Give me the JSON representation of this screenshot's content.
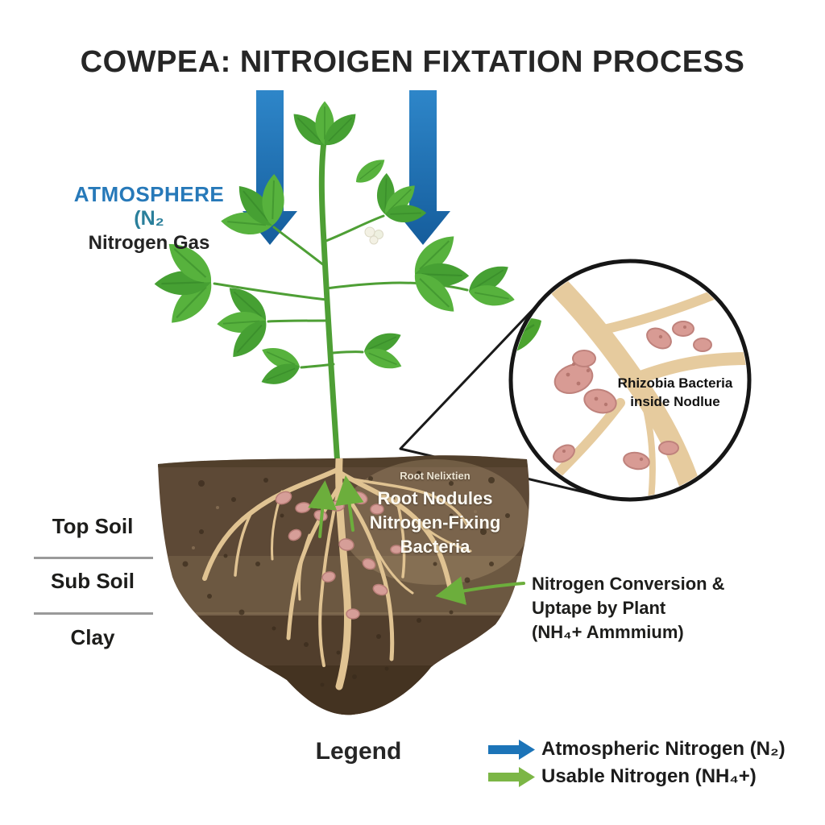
{
  "title": "COWPEA: NITROIGEN FIXTATION PROCESS",
  "atmosphere": {
    "heading": "ATMOSPHERE",
    "formula": "(N₂",
    "sub": "Nitrogen Gas"
  },
  "soil_layers": [
    {
      "label": "Top Soil"
    },
    {
      "label": "Sub Soil"
    },
    {
      "label": "Clay"
    }
  ],
  "root_area": {
    "small_caption": "Root Nelixtien",
    "line1": "Root Nodules",
    "line2": "Nitrogen-Fixing",
    "line3": "Bacteria"
  },
  "inset": {
    "line1": "Rhizobia Bacteria",
    "line2": "inside Nodlue"
  },
  "conversion": {
    "line1": "Nitrogen Conversion &",
    "line2": "Uptape by Plant",
    "line3": "(NH₄+ Ammmium)"
  },
  "legend": {
    "title": "Legend",
    "items": [
      {
        "label": "Atmospheric Nitrogen (N₂)",
        "icon": "blue-right-arrow",
        "color": "#1c74b8"
      },
      {
        "label": "Usable Nitrogen (NH₄+)",
        "icon": "green-right-arrow",
        "color": "#7cb646"
      }
    ]
  },
  "colors": {
    "atmospheric_arrow_blue": "#1c74b8",
    "usable_nitrogen_green": "#6cae3c",
    "leaf_green": "#57b23d",
    "leaf_green_dark": "#46a033",
    "stem_green": "#4e9f35",
    "soil_brown": "#5d4936",
    "root_tan": "#e0c392",
    "nodule_pink": "#d69e98",
    "atmosphere_text_blue": "#2779b9"
  }
}
